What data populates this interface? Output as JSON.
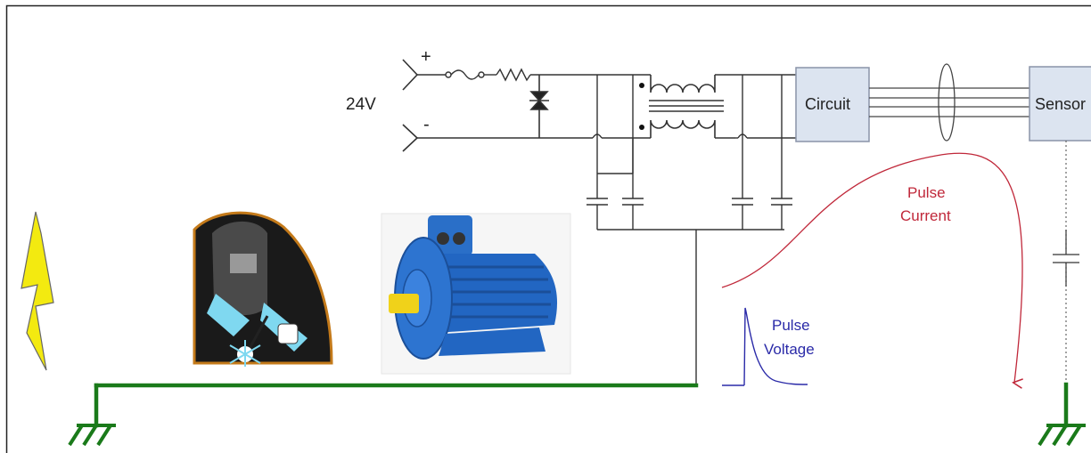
{
  "labels": {
    "supply_voltage": "24V",
    "plus": "+",
    "minus": "-",
    "circuit": "Circuit",
    "sensor": "Sensor",
    "pulse_current_line1": "Pulse",
    "pulse_current_line2": "Current",
    "pulse_voltage_line1": "Pulse",
    "pulse_voltage_line2": "Voltage"
  },
  "colors": {
    "wire": "#333333",
    "box_fill": "#dce4f0",
    "box_stroke": "#8a93a8",
    "ground": "#1a7a1a",
    "pulse_current": "#c0283a",
    "pulse_voltage": "#2a2aa8",
    "lightning": "#f0e000",
    "motor": "#1f5fb8"
  },
  "icons": [
    "lightning-icon",
    "welder-icon",
    "motor-icon",
    "ground-icon"
  ]
}
